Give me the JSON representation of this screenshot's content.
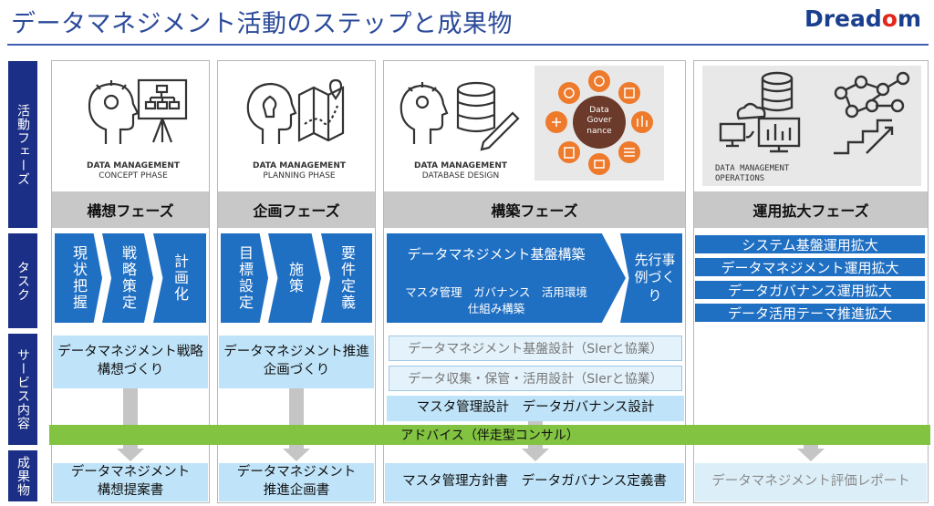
{
  "title": "データマネジメント活動のステップと成果物",
  "logo": {
    "prefix": "Dread",
    "highlight": "o",
    "suffix": "m"
  },
  "row_labels": {
    "activity": "活動フェーズ",
    "task": "タスク",
    "service": "サービス内容",
    "deliverable": "成果物"
  },
  "phases": [
    {
      "name": "構想フェーズ",
      "image_caption_1": "DATA MANAGEMENT",
      "image_caption_2": "CONCEPT PHASE"
    },
    {
      "name": "企画フェーズ",
      "image_caption_1": "DATA MANAGEMENT",
      "image_caption_2": "PLANNING PHASE"
    },
    {
      "name": "構築フェーズ",
      "image_caption_1": "DATA MANAGEMENT",
      "image_caption_2": "DATABASE DESIGN",
      "governance_label": "Data Gover nance"
    },
    {
      "name": "運用拡大フェーズ",
      "image_caption_1": "DATA MANAGEMENT",
      "image_caption_2": "OPERATIONS"
    }
  ],
  "tasks": {
    "concept": [
      "現状把握",
      "戦略策定",
      "計画化"
    ],
    "planning": [
      "目標設定",
      "施策",
      "要件定義"
    ],
    "build_main": "データマネジメント基盤構築",
    "build_sub_1": "マスタ管理　ガバナンス　活用環境",
    "build_sub_2": "仕組み構築",
    "build_side": "先行事例づくり",
    "ops": [
      "システム基盤運用拡大",
      "データマネジメント運用拡大",
      "データガバナンス運用拡大",
      "データ活用テーマ推進拡大"
    ]
  },
  "services": {
    "concept": "データマネジメント戦略\n構想づくり",
    "planning": "データマネジメント推進\n企画づくり",
    "build_1": "データマネジメント基盤設計（SIerと協業）",
    "build_2": "データ収集・保管・活用設計（SIerと協業）",
    "build_3": "マスタ管理設計　データガバナンス設計"
  },
  "advisory": "アドバイス（伴走型コンサル）",
  "deliverables": {
    "concept": "データマネジメント\n構想提案書",
    "planning": "データマネジメント\n推進企画書",
    "build": "マスタ管理方針書　データガバナンス定義書",
    "ops": "データマネジメント評価レポート"
  }
}
